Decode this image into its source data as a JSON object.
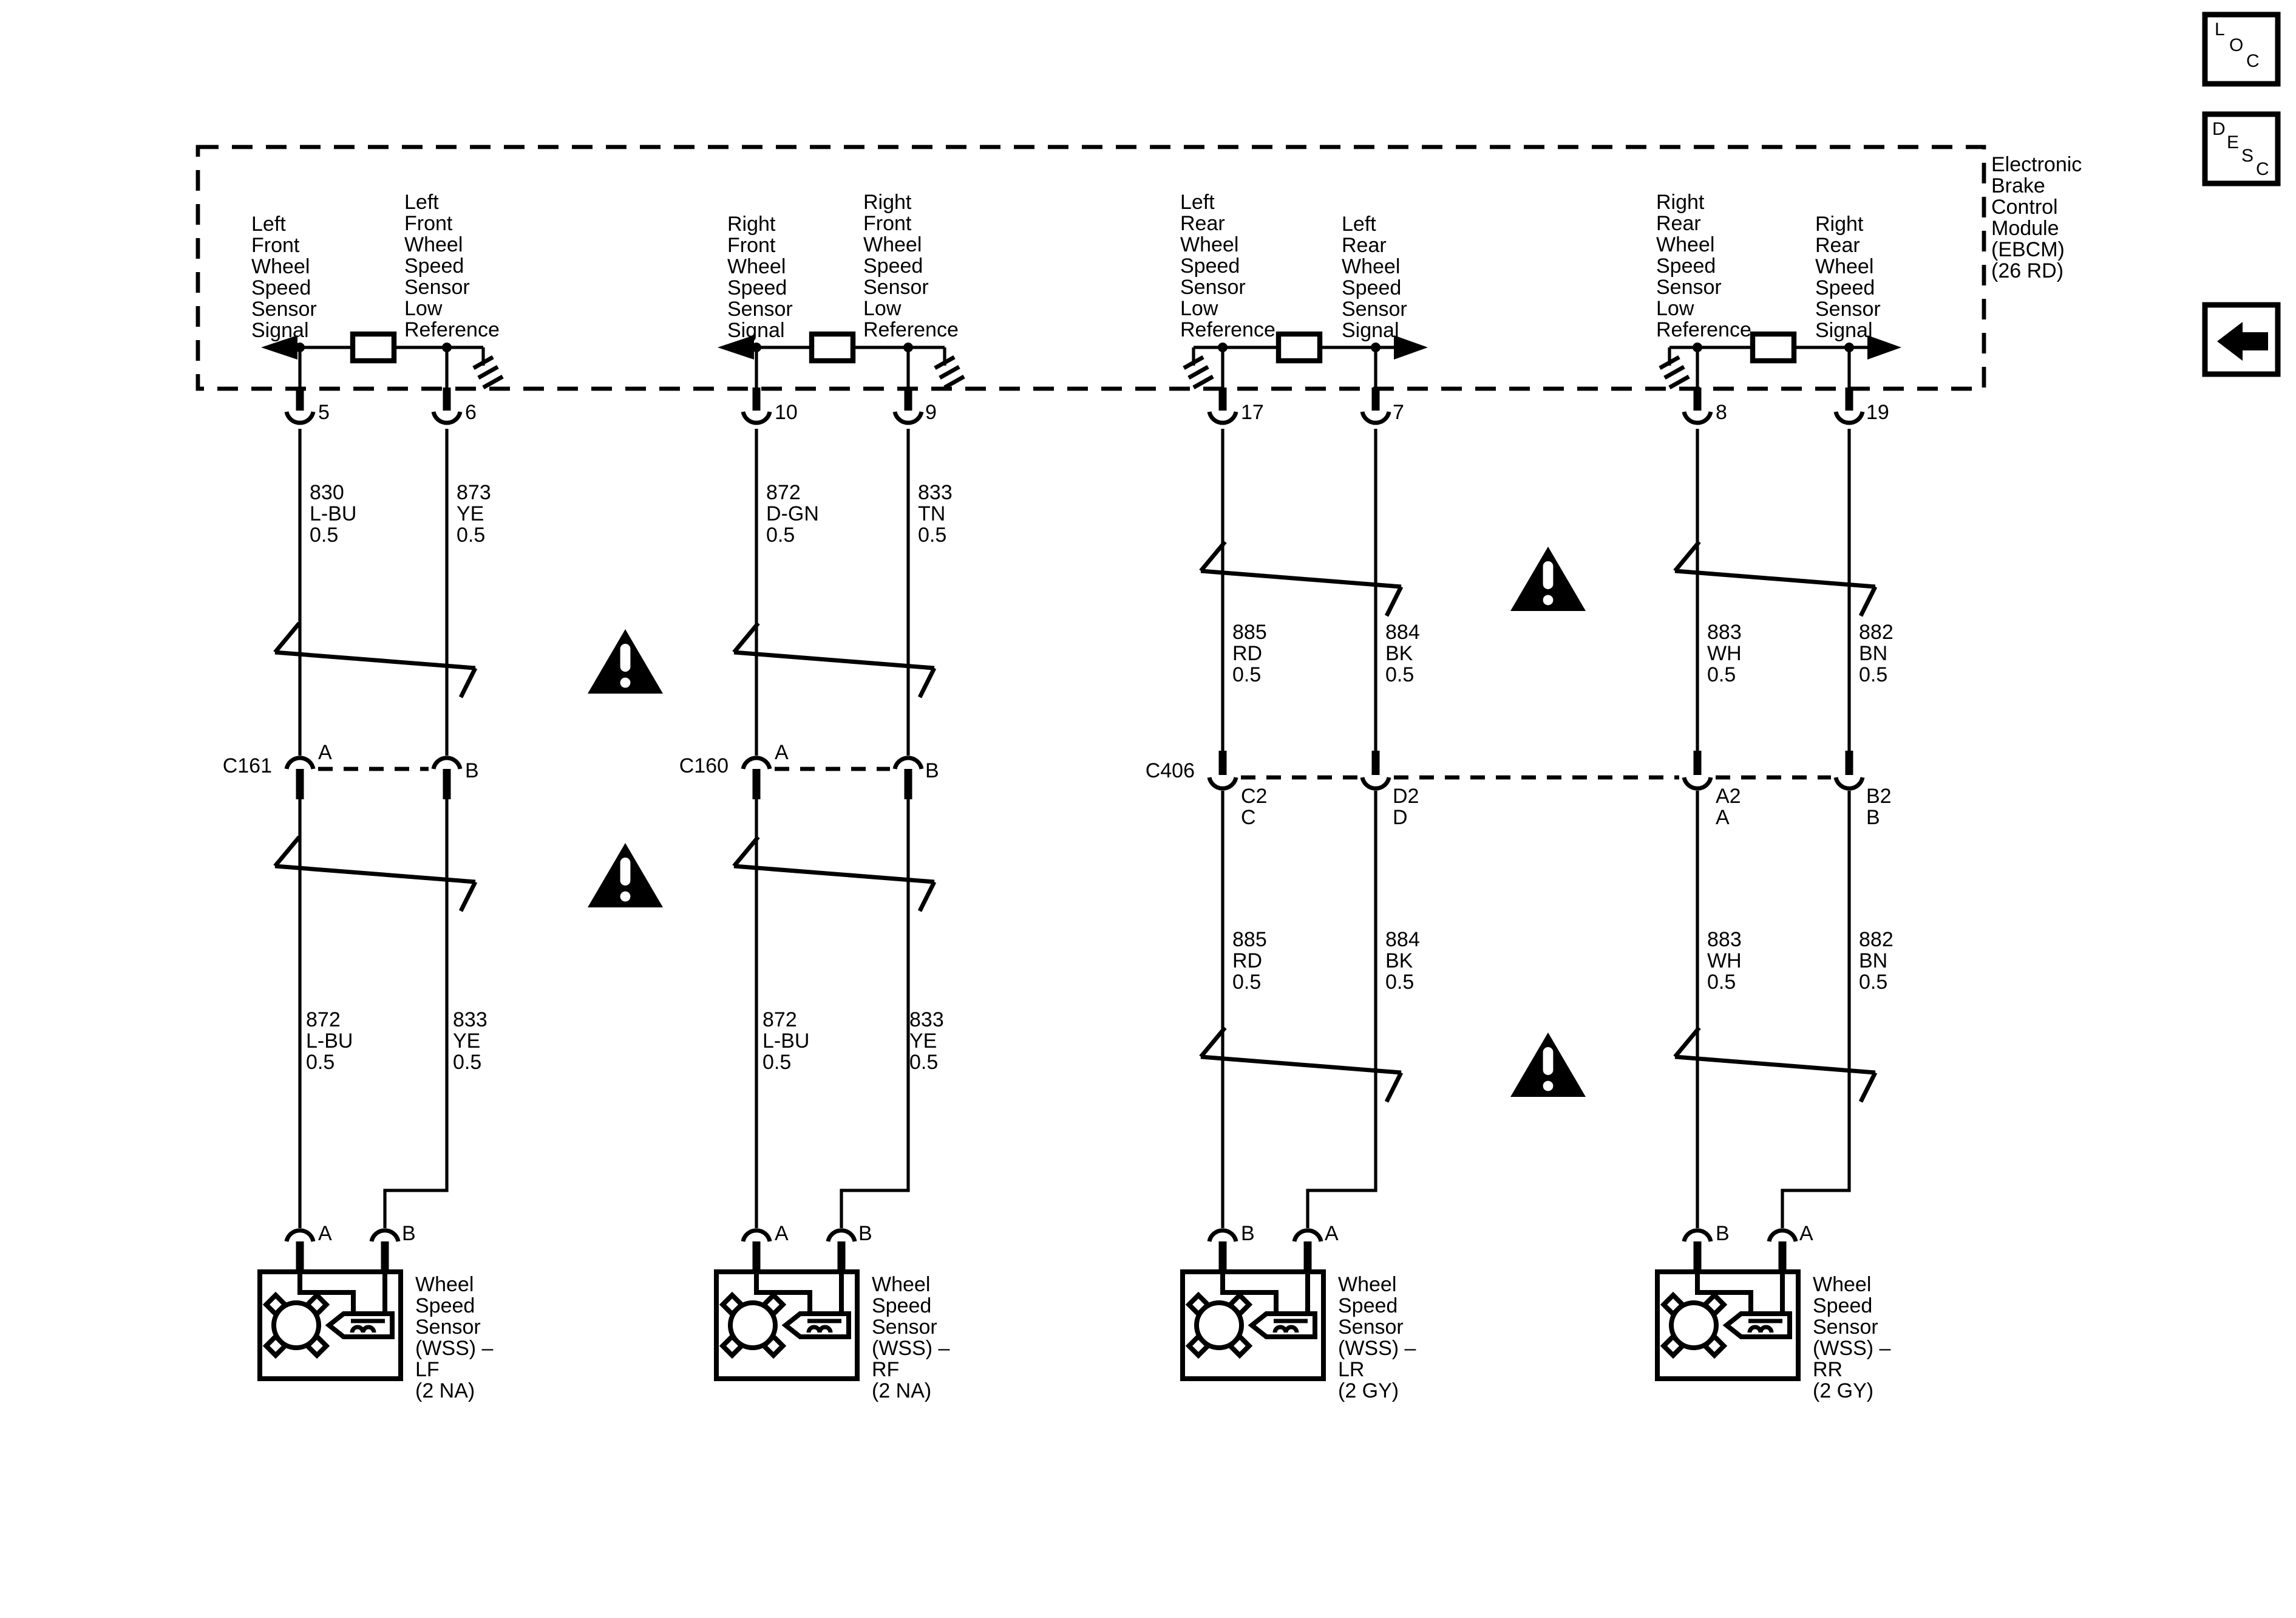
{
  "colors": {
    "ink": "#000000",
    "paper": "#ffffff"
  },
  "viewer_buttons": {
    "loc": [
      "L",
      "O",
      "C"
    ],
    "desc": [
      "D",
      "E",
      "S",
      "C"
    ],
    "back_arrow_icon": "left-arrow"
  },
  "module_label": "Electronic\nBrake\nControl\nModule\n(EBCM)\n(26 RD)",
  "groups": [
    {
      "id": "left-front",
      "top_left_label": "Left\nFront\nWheel\nSpeed\nSensor\nSignal",
      "top_right_label": "Left\nFront\nWheel\nSpeed\nSensor\nLow\nReference",
      "pin_left": "5",
      "pin_right": "6",
      "wire_top_left": "830\nL-BU\n0.5",
      "wire_top_right": "873\nYE\n0.5",
      "connector_name": "C161",
      "conn_pin_left": "A",
      "conn_pin_right": "B",
      "wire_bottom_left": "872\nL-BU\n0.5",
      "wire_bottom_right": "833\nYE\n0.5",
      "bottom_pin_left": "A",
      "bottom_pin_right": "B",
      "sensor_label": "Wheel\nSpeed\nSensor\n(WSS) –\nLF\n(2 NA)"
    },
    {
      "id": "right-front",
      "top_left_label": "Right\nFront\nWheel\nSpeed\nSensor\nSignal",
      "top_right_label": "Right\nFront\nWheel\nSpeed\nSensor\nLow\nReference",
      "pin_left": "10",
      "pin_right": "9",
      "wire_top_left": "872\nD-GN\n0.5",
      "wire_top_right": "833\nTN\n0.5",
      "connector_name": "C160",
      "conn_pin_left": "A",
      "conn_pin_right": "B",
      "wire_bottom_left": "872\nL-BU\n0.5",
      "wire_bottom_right": "833\nYE\n0.5",
      "bottom_pin_left": "A",
      "bottom_pin_right": "B",
      "sensor_label": "Wheel\nSpeed\nSensor\n(WSS) –\nRF\n(2 NA)"
    },
    {
      "id": "left-rear",
      "top_left_label": "Left\nRear\nWheel\nSpeed\nSensor\nLow\nReference",
      "top_right_label": "Left\nRear\nWheel\nSpeed\nSensor\nSignal",
      "pin_left": "17",
      "pin_right": "7",
      "wire_top_left": "885\nRD\n0.5",
      "wire_top_right": "884\nBK\n0.5",
      "connector_name": "C406",
      "conn_pin_left": "C2\nC",
      "conn_pin_right": "D2\nD",
      "wire_bottom_left": "885\nRD\n0.5",
      "wire_bottom_right": "884\nBK\n0.5",
      "bottom_pin_left": "B",
      "bottom_pin_right": "A",
      "sensor_label": "Wheel\nSpeed\nSensor\n(WSS) –\nLR\n(2 GY)"
    },
    {
      "id": "right-rear",
      "top_left_label": "Right\nRear\nWheel\nSpeed\nSensor\nLow\nReference",
      "top_right_label": "Right\nRear\nWheel\nSpeed\nSensor\nSignal",
      "pin_left": "8",
      "pin_right": "19",
      "wire_top_left": "883\nWH\n0.5",
      "wire_top_right": "882\nBN\n0.5",
      "connector_name": "",
      "conn_pin_left": "A2\nA",
      "conn_pin_right": "B2\nB",
      "wire_bottom_left": "883\nWH\n0.5",
      "wire_bottom_right": "882\nBN\n0.5",
      "bottom_pin_left": "B",
      "bottom_pin_right": "A",
      "sensor_label": "Wheel\nSpeed\nSensor\n(WSS) –\nRR\n(2 GY)"
    }
  ]
}
